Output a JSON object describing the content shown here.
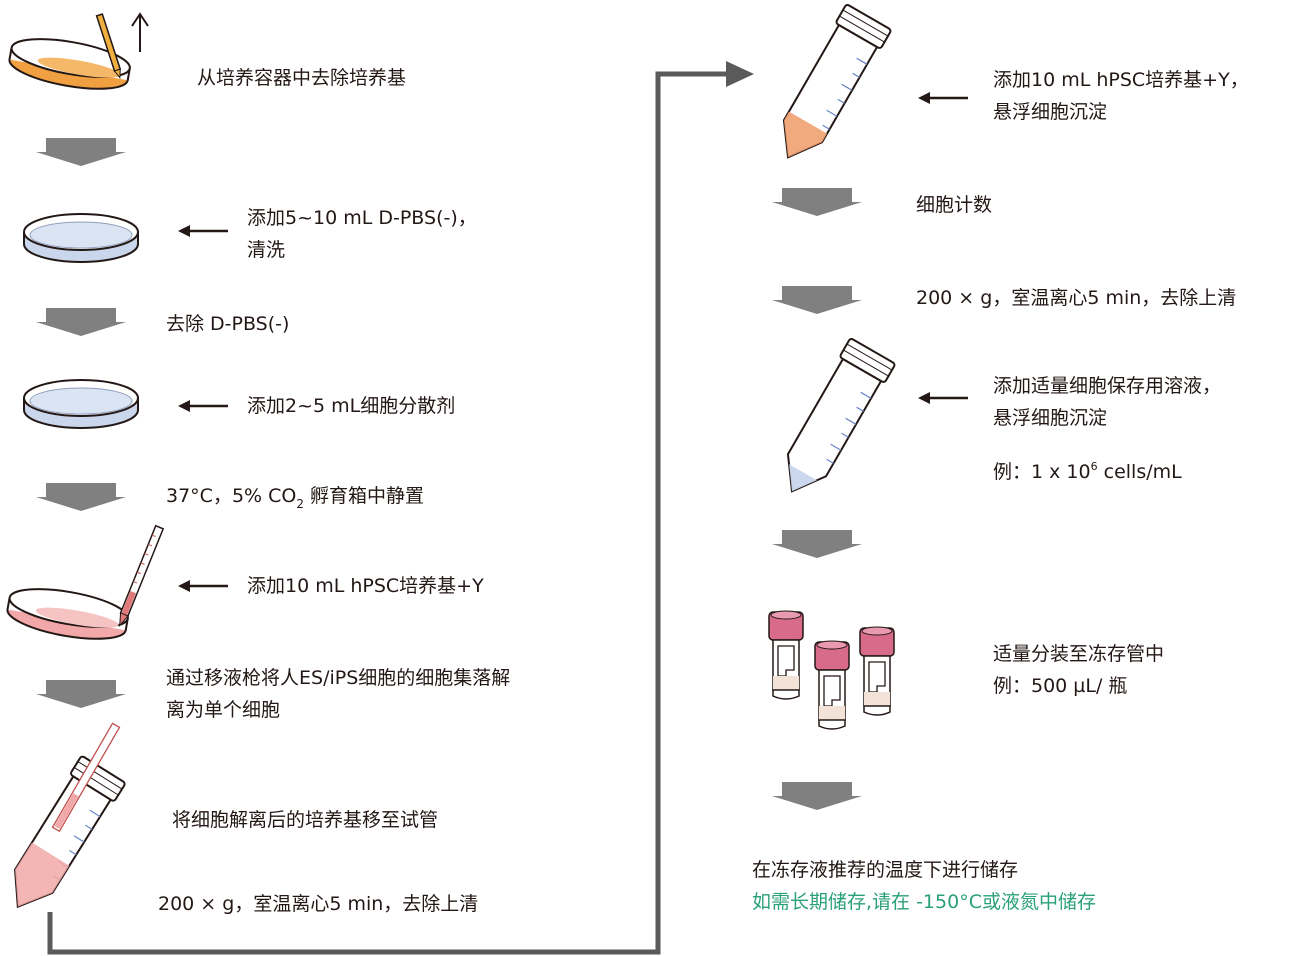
{
  "colors": {
    "arrow_gray": "#808080",
    "text": "#231815",
    "note_green": "#2aa07a",
    "medium_orange": "#f0a040",
    "medium_pink": "#f2a8a8",
    "pbs_blue": "#c9d6ec",
    "cap_pink": "#d86a8a"
  },
  "icons": [
    "petri-dish-pipette-icon",
    "petri-dish-icon",
    "tilted-dish-pipette-icon",
    "conical-tube-icon",
    "cryovial-icon",
    "block-arrow-icon",
    "left-arrow-icon"
  ],
  "left_steps": {
    "s1": "从培养容器中去除培养基",
    "s2_l1": "添加5~10 mL D-PBS(-)，",
    "s2_l2": "清洗",
    "s3": "去除 D-PBS(-)",
    "s4": "添加2~5 mL细胞分散剂",
    "s5_pre": "37°C，5% CO",
    "s5_sub": "2",
    "s5_post": " 孵育箱中静置",
    "s6": "添加10 mL hPSC培养基+Y",
    "s7_l1": "通过移液枪将人ES/iPS细胞的细胞集落解",
    "s7_l2": "离为单个细胞",
    "s8": "将细胞解离后的培养基移至试管",
    "s9": "200 × g，室温离心5 min，去除上清"
  },
  "right_steps": {
    "r1_l1": "添加10 mL hPSC培养基+Y，",
    "r1_l2": "悬浮细胞沉淀",
    "r2": "细胞计数",
    "r3": "200 × g，室温离心5 min，去除上清",
    "r4_l1": "添加适量细胞保存用溶液，",
    "r4_l2": "悬浮细胞沉淀",
    "r4_ex_pre": "例：1 x 10",
    "r4_ex_sup": "6",
    "r4_ex_post": " cells/mL",
    "r5_l1": "适量分装至冻存管中",
    "r5_l2": "例：500 µL/ 瓶",
    "r6_l1": "在冻存液推荐的温度下进行储存",
    "r6_l2": "如需长期储存,请在 -150°C或液氮中储存"
  }
}
